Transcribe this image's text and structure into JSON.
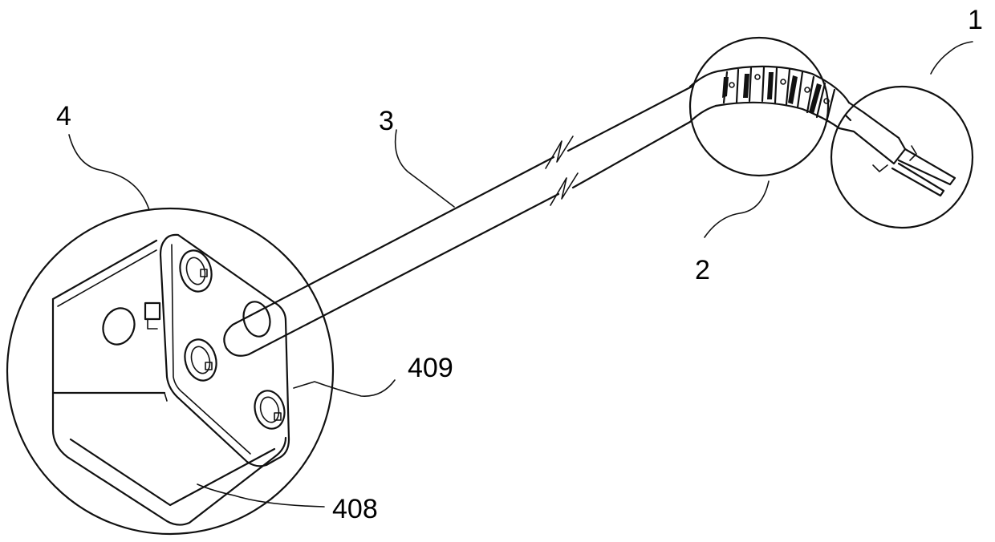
{
  "figure": {
    "labels": {
      "tip_assembly": "1",
      "bending_section": "2",
      "shaft": "3",
      "handle_connector": "4",
      "connector_face_part": "409",
      "connector_body_part": "408"
    }
  }
}
